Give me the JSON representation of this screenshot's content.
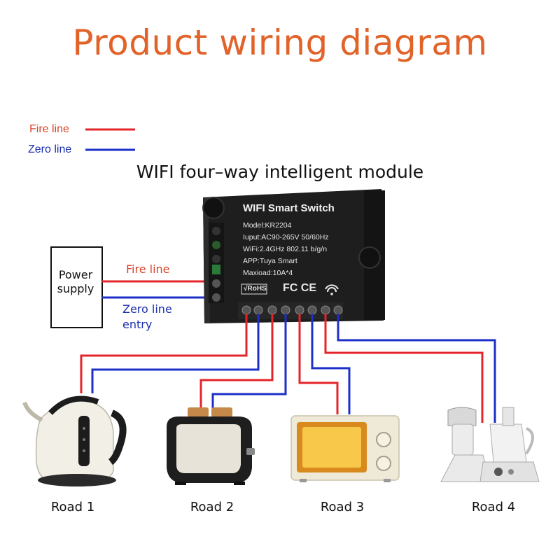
{
  "title": "Product wiring diagram",
  "subtitle": "WIFI four–way intelligent module",
  "legend": {
    "fire": "Fire line",
    "zero": "Zero line"
  },
  "colors": {
    "title": "#e1632a",
    "fire": "#e4242b",
    "zero": "#1d2fc8",
    "fire_text": "#d9432a",
    "zero_text": "#1a2fb0",
    "module": "#1c1c1c"
  },
  "power_supply": {
    "line1": "Power",
    "line2": "supply"
  },
  "wire_labels": {
    "fire": "Fire line",
    "zero_line1": "Zero line",
    "zero_line2": "entry"
  },
  "module": {
    "name": "WIFI Smart Switch",
    "model": "Model:KR2204",
    "input": "Iuput:AC90-265V 50/60Hz",
    "wifi": "WiFi:2.4GHz 802.11 b/g/n",
    "app": "APP:Tuya Smart",
    "maxload": "Maxioad:10A*4",
    "rohs": "√RoHS",
    "marks": "FC CE"
  },
  "loads": [
    {
      "label": "Road 1",
      "icon": "kettle-icon"
    },
    {
      "label": "Road 2",
      "icon": "toaster-icon"
    },
    {
      "label": "Road 3",
      "icon": "microwave-icon"
    },
    {
      "label": "Road 4",
      "icon": "food-processor-icon"
    }
  ]
}
